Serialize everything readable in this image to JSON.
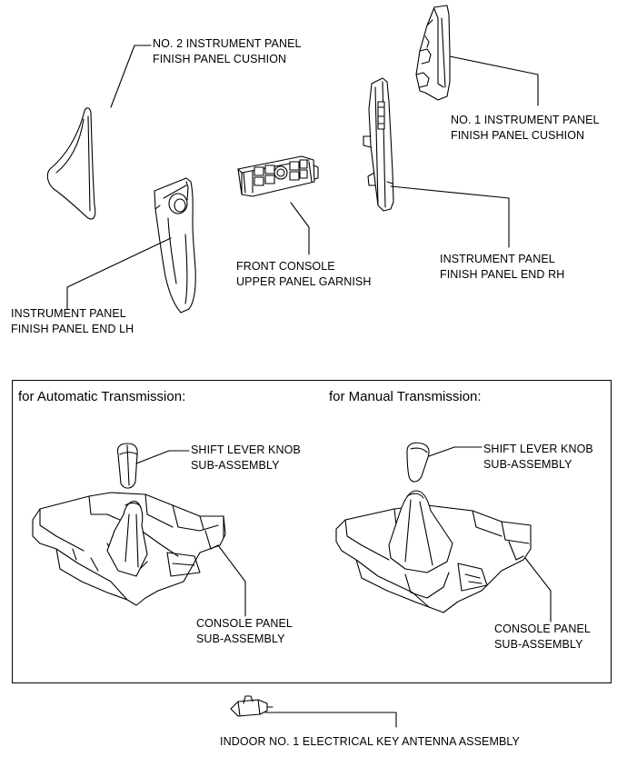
{
  "labels": {
    "no2_cushion": [
      "NO. 2 INSTRUMENT PANEL",
      "FINISH PANEL CUSHION"
    ],
    "no1_cushion": [
      "NO. 1 INSTRUMENT PANEL",
      "FINISH PANEL CUSHION"
    ],
    "front_console_garnish": [
      "FRONT CONSOLE",
      "UPPER PANEL GARNISH"
    ],
    "end_rh": [
      "INSTRUMENT PANEL",
      "FINISH PANEL END RH"
    ],
    "end_lh": [
      "INSTRUMENT PANEL",
      "FINISH PANEL END LH"
    ],
    "at_knob": [
      "SHIFT LEVER KNOB",
      "SUB-ASSEMBLY"
    ],
    "at_console": [
      "CONSOLE PANEL",
      "SUB-ASSEMBLY"
    ],
    "mt_knob": [
      "SHIFT LEVER KNOB",
      "SUB-ASSEMBLY"
    ],
    "mt_console": [
      "CONSOLE PANEL",
      "SUB-ASSEMBLY"
    ],
    "antenna": "INDOOR NO. 1 ELECTRICAL KEY ANTENNA ASSEMBLY"
  },
  "sections": {
    "automatic": "for Automatic Transmission:",
    "manual": "for Manual Transmission:"
  }
}
